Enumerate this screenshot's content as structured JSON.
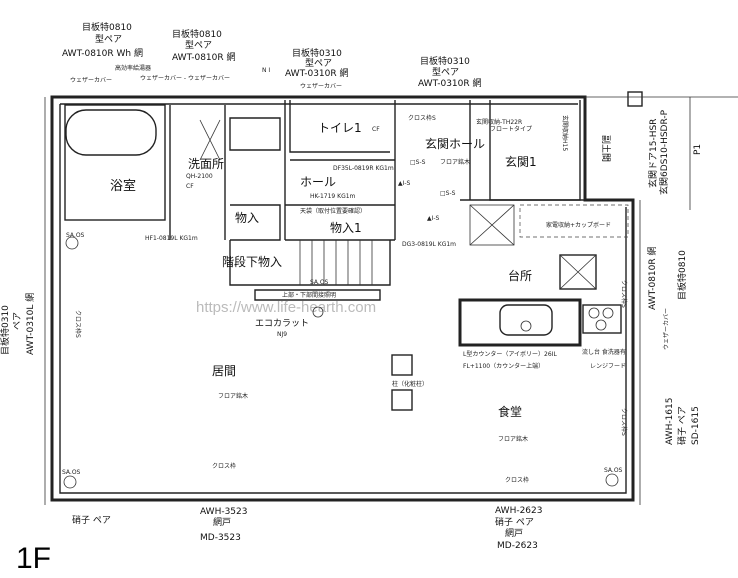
{
  "floor_label": "1F",
  "watermark": "https://www.life-hearth.com",
  "rooms": {
    "bath": "浴室",
    "washroom": "洗面所",
    "toilet": "トイレ1",
    "entrance_hall": "玄関ホール",
    "entrance": "玄関1",
    "hall": "ホール",
    "storage": "物入",
    "storage1": "物入1",
    "under_stairs": "階段下物入",
    "living": "居間",
    "dining": "食堂",
    "kitchen": "台所"
  },
  "finishes": {
    "entrance_hall_floor": "フロア銘木",
    "living_floor": "フロア銘木",
    "dining_floor": "フロア銘木",
    "ecocarat": "エコカラット",
    "ecocarat_code": "NJ9",
    "cloth_1": "クロス枠",
    "cloth_2": "クロス枠",
    "cloth_top": "クロス枠S",
    "cloth_kitchen": "クロス枠S",
    "cloth_dining": "クロス枠S",
    "cloth_left": "クロス枠S"
  },
  "windows": {
    "w1_a": "目板特0810",
    "w1_b": "型ペア",
    "w1_c": "AWT-0810R Wh 網",
    "w2_a": "目板特0810",
    "w2_b": "型ペア",
    "w2_c": "AWT-0810R 網",
    "w3_a": "目板特0310",
    "w3_b": "型ペア",
    "w3_c": "AWT-0310R 網",
    "w4_a": "目板特0310",
    "w4_b": "型ペア",
    "w4_c": "AWT-0310R 網",
    "left_a": "目板特0310",
    "left_b": "ペア",
    "left_c": "AWT-0310L 網",
    "right_a": "AWT-0810R 網",
    "right_b": "目板特0810",
    "right_c": "ウェザーカバー",
    "right2_a": "AWH-1615",
    "right2_b": "硝子 ペア",
    "right2_c": "SD-1615",
    "bottom1_a": "AWH-3523",
    "bottom1_b": "網戸",
    "bottom1_c": "MD-3523",
    "bottom1_d": "硝子 ペア",
    "bottom2_a": "AWH-2623",
    "bottom2_b": "硝子 ペア",
    "bottom2_c": "網戸",
    "bottom2_d": "MD-2623"
  },
  "annotations": {
    "water_heater": "高効率給湯器",
    "weather_cover_1": "ウェザーカバー",
    "weather_cover_2": "ウェザーカバー - ウェザーカバー",
    "weather_cover_3": "ウェザーカバー",
    "gas": "QH-2100",
    "cf": "CF",
    "cf2": "CF",
    "toilet_door": "DF35L-0819R KG1m",
    "hall_door": "HK-1719 KG1m",
    "wash_door": "HF1-0819L KG1m",
    "entry_door": "DG3-0819L KG1m",
    "ceiling": "天袋（取付位置要確認）",
    "stair_note": "上部・下部間接照明",
    "entrance_storage": "玄関収納-TH22R",
    "entrance_storage_sub": "フロートタイプ",
    "shoe_rack": "玄関収納H15",
    "entrance_door_v": "玄関ドア15-HSR",
    "entrance_door_v2": "玄関6DS10-HSDR-P",
    "porch": "P1",
    "umbrella": "副土間",
    "appliance": "家電収納+カップボード",
    "counter": "L型カウンター（アイボリー）26IL",
    "counter_fl": "FL+1100（カウンター上端）",
    "sink": "流し台 食洗器有",
    "range_hood": "レンジフード",
    "pillar": "柱（化粧柱）",
    "ss1": "□S-S",
    "ss2": "□S-S",
    "is1": "▲I-S",
    "is2": "▲I-S",
    "sa1": "SA.OS",
    "sa2": "SA.OS",
    "sa3": "SA.OS",
    "sa4": "SA.OS",
    "ni": "N I"
  }
}
